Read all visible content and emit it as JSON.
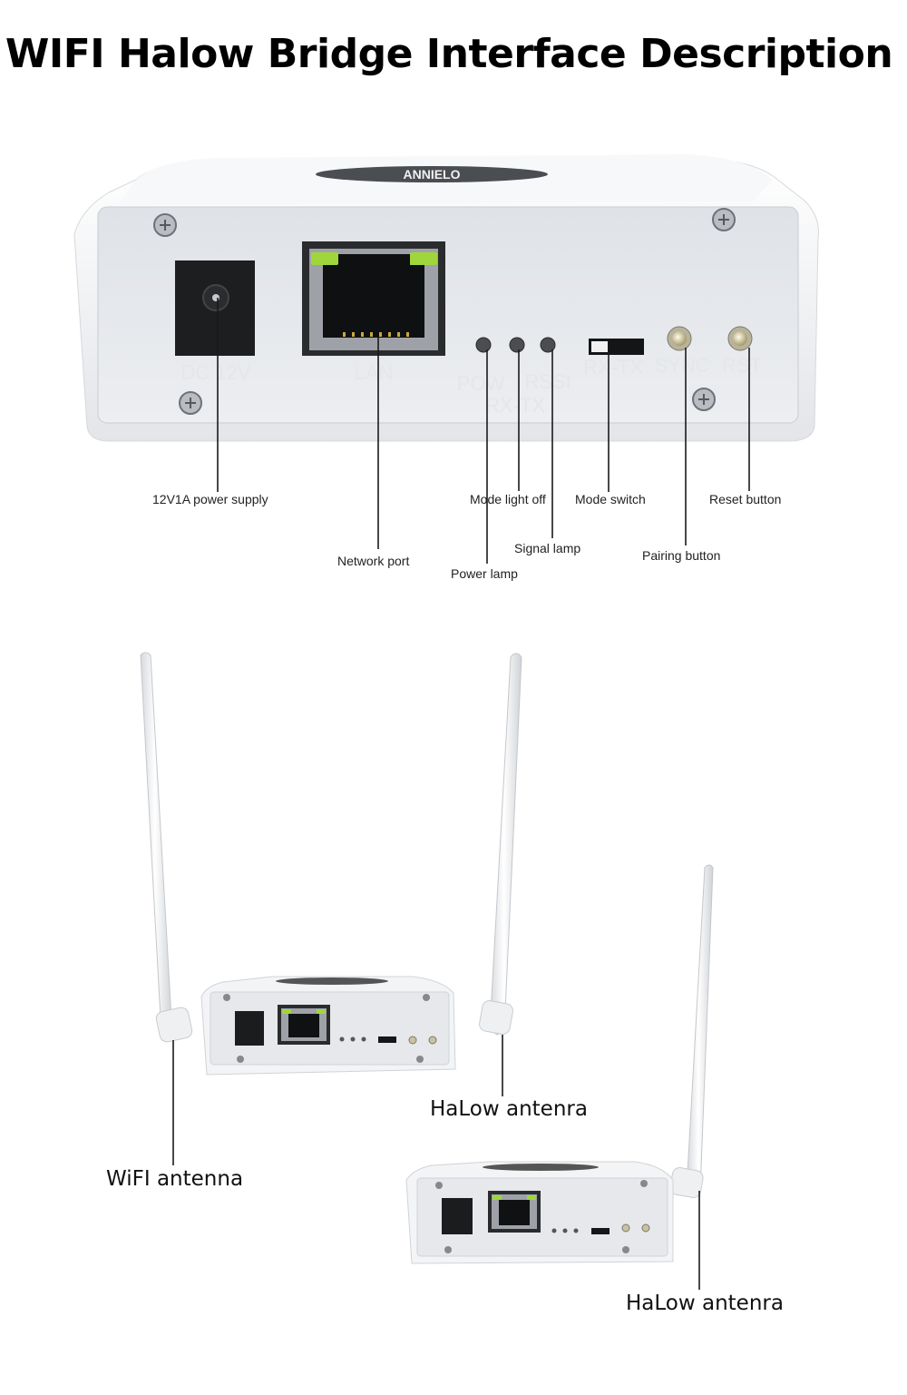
{
  "title": "WIFI Halow Bridge Interface Description",
  "device": {
    "brand_logo": "ANNIELO",
    "panel_markings": {
      "dc": "DC 12V",
      "lan": "LAN",
      "pow": "POW",
      "rssi": "RSSI",
      "rxtx_led": "RX-TX",
      "rxtx_switch": "RX-TX",
      "sync": "SYNC",
      "rst": "RST"
    }
  },
  "callouts": {
    "power_supply": "12V1A power supply",
    "network_port": "Network port",
    "mode_light_off": "Mode light off",
    "power_lamp": "Power lamp",
    "signal_lamp": "Signal lamp",
    "mode_switch": "Mode switch",
    "pairing_button": "Pairing button",
    "reset_button": "Reset button"
  },
  "antennas": {
    "wifi": "WiFI antenna",
    "halow_1": "HaLow antenra",
    "halow_2": "HaLow antenra"
  },
  "colors": {
    "case": "#f2f3f5",
    "panel": "#e7e9ed",
    "port_led": "#9fd63c"
  }
}
